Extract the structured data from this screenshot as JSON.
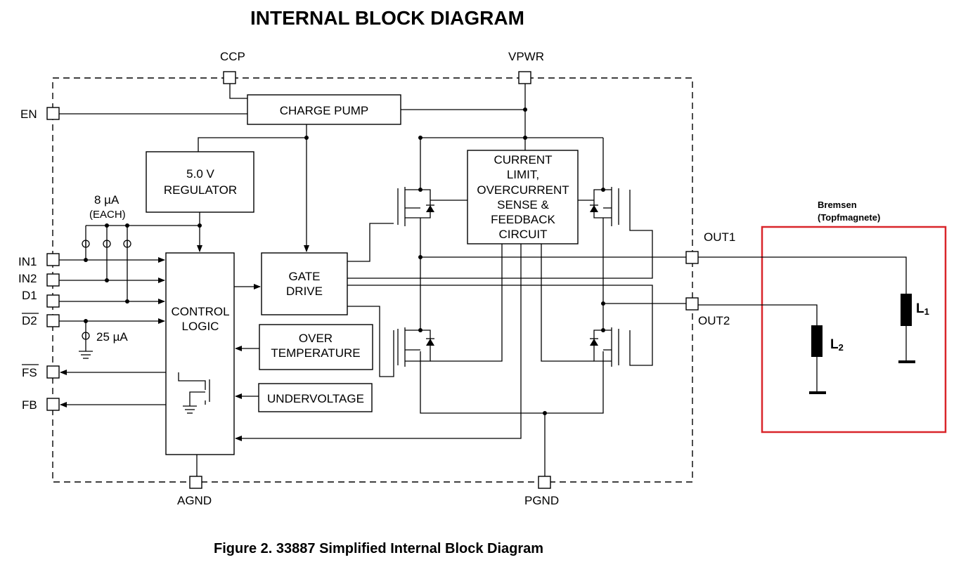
{
  "title": "INTERNAL BLOCK DIAGRAM",
  "caption": "Figure 2. 33887 Simplified Internal Block Diagram",
  "pins": {
    "ccp": "CCP",
    "vpwr": "VPWR",
    "en": "EN",
    "in1": "IN1",
    "in2": "IN2",
    "d1": "D1",
    "d2": "D2",
    "fs": "FS",
    "fb": "FB",
    "out1": "OUT1",
    "out2": "OUT2",
    "agnd": "AGND",
    "pgnd": "PGND"
  },
  "blocks": {
    "charge_pump": "CHARGE PUMP",
    "regulator": [
      "5.0 V",
      "REGULATOR"
    ],
    "current_limit": [
      "CURRENT",
      "LIMIT,",
      "OVERCURRENT",
      "SENSE &",
      "FEEDBACK",
      "CIRCUIT"
    ],
    "gate_drive": [
      "GATE",
      "DRIVE"
    ],
    "control_logic": [
      "CONTROL",
      "LOGIC"
    ],
    "over_temperature": [
      "OVER",
      "TEMPERATURE"
    ],
    "undervoltage": "UNDERVOLTAGE"
  },
  "sources": {
    "pullup_value": "8 µA",
    "pullup_each": "(EACH)",
    "pulldown_value": "25 µA"
  },
  "load": {
    "label_line1": "Bremsen",
    "label_line2": "(Topfmagnete)",
    "l1": "L",
    "l1_sub": "1",
    "l2": "L",
    "l2_sub": "2",
    "highlight_color": "#d9252a"
  }
}
